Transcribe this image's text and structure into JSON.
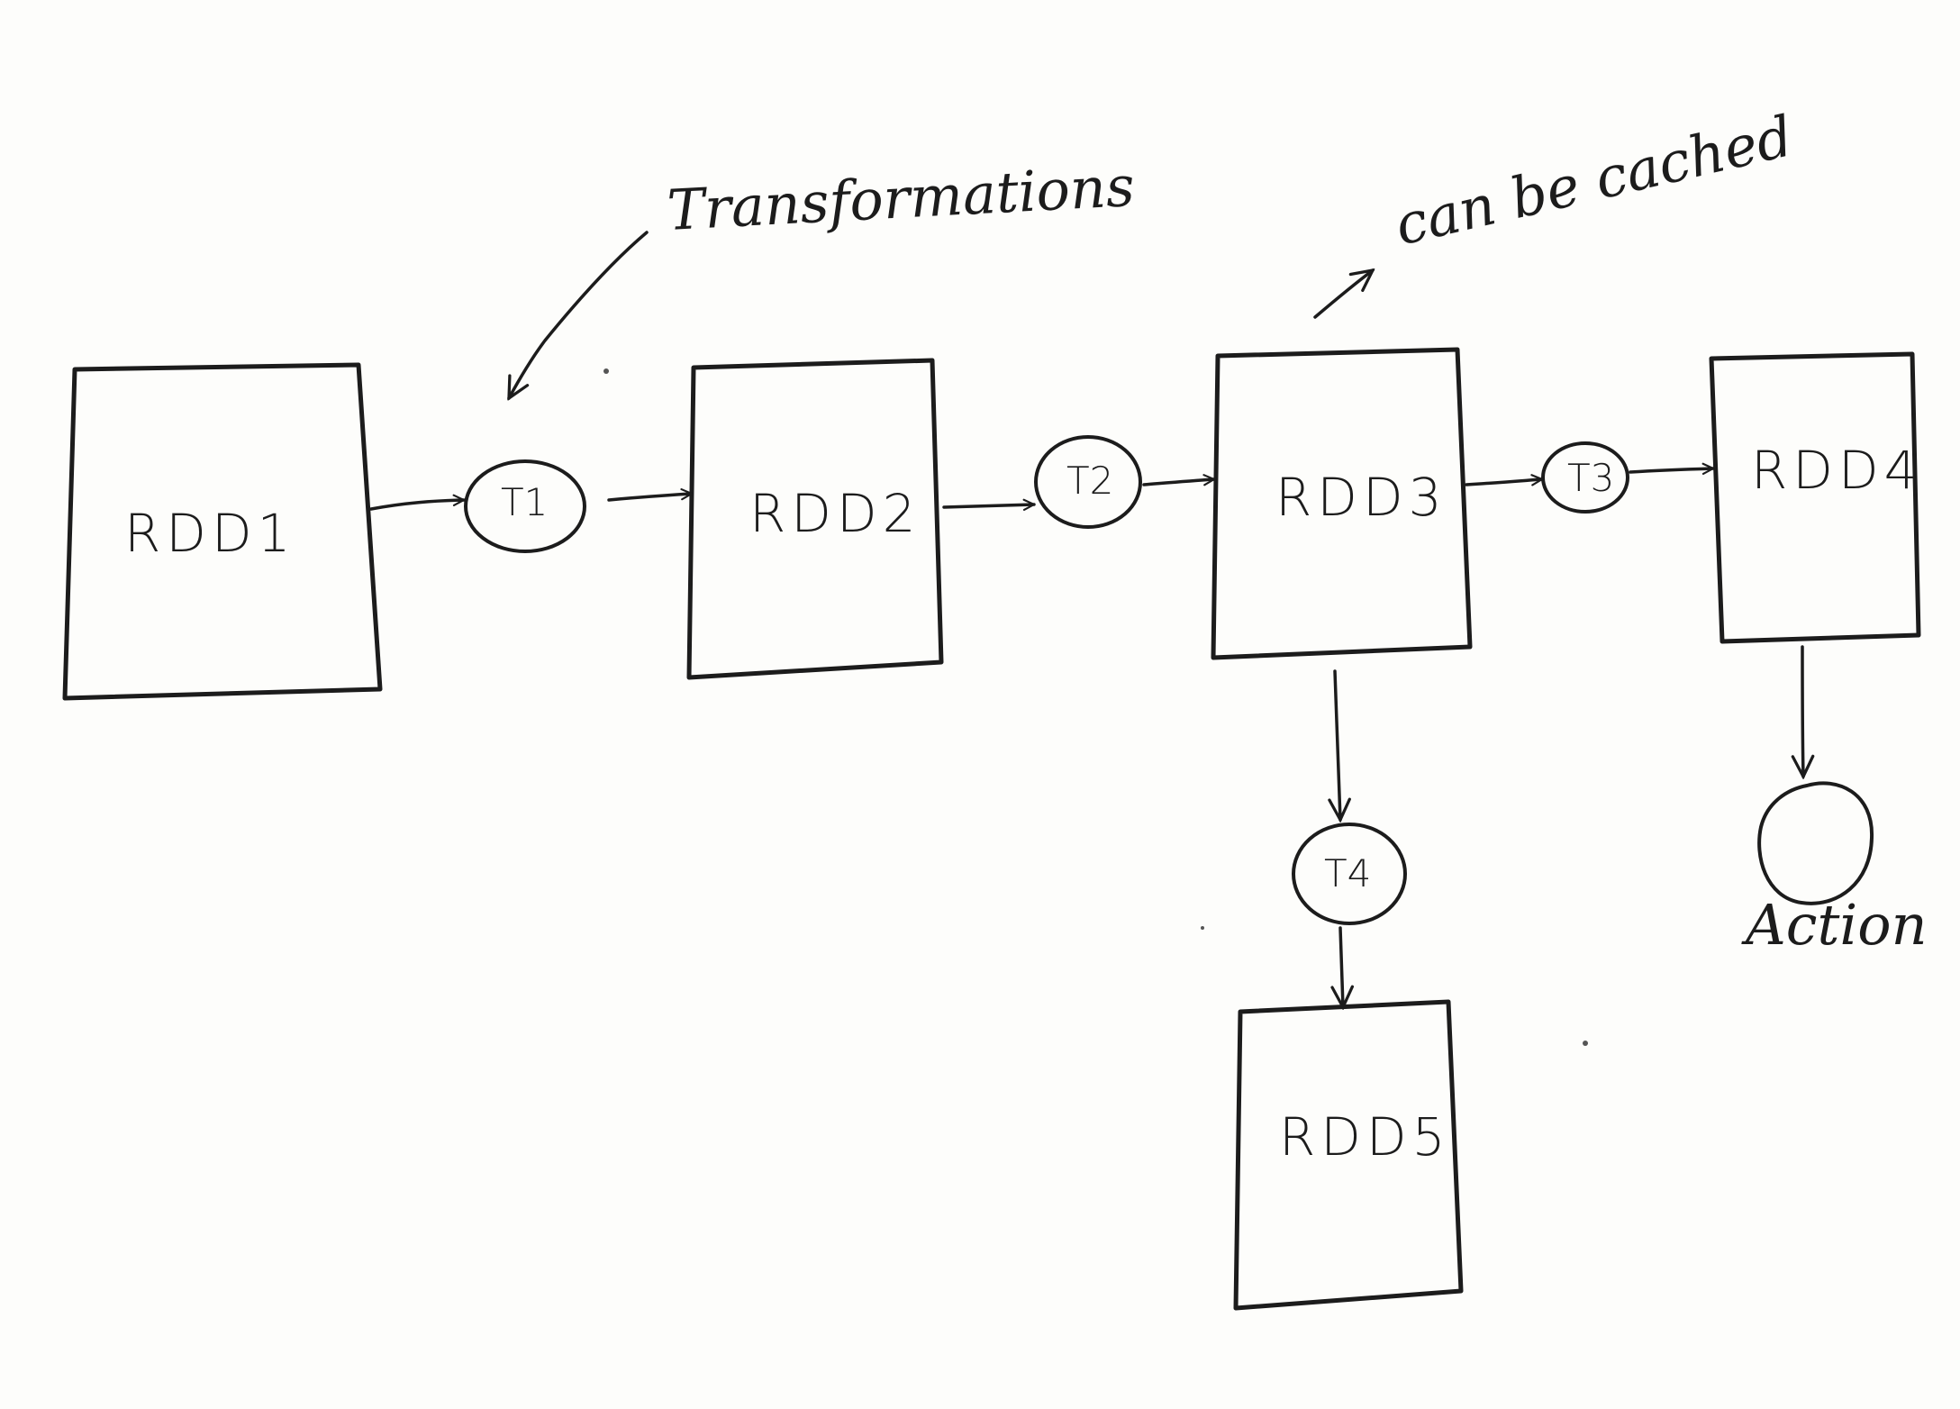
{
  "rdds": {
    "rdd1": "RDD1",
    "rdd2": "RDD2",
    "rdd3": "RDD3",
    "rdd4": "RDD4",
    "rdd5": "RDD5"
  },
  "transforms": {
    "t1": "T1",
    "t2": "T2",
    "t3": "T3",
    "t4": "T4"
  },
  "annotations": {
    "transformations": "Transformations",
    "cached": "can be cached",
    "action": "Action"
  }
}
